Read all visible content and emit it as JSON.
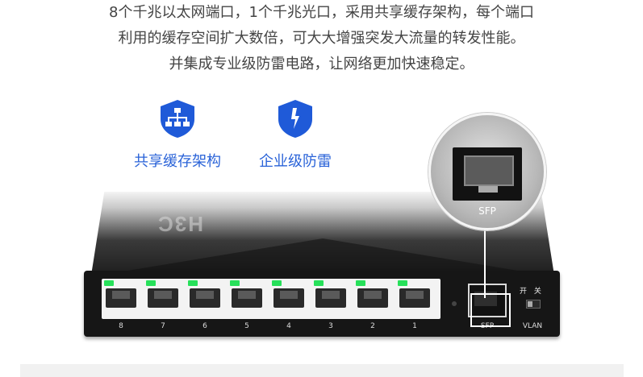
{
  "intro": {
    "line1": "8个千兆以太网端口，1个千兆光口，采用共享缓存架构，每个端口",
    "line2": "利用的缓存空间扩大数倍，可大大增强突发大流量的转发性能。",
    "line3": "并集成专业级防雷电路，让网络更加快速稳定。"
  },
  "features": [
    {
      "label": "共享缓存架构",
      "icon": "network-topology-icon"
    },
    {
      "label": "企业级防雷",
      "icon": "lightning-icon"
    }
  ],
  "device": {
    "logo": "H3C",
    "ports": [
      "8",
      "7",
      "6",
      "5",
      "4",
      "3",
      "2",
      "1"
    ],
    "sfp_label": "SFP",
    "switch_label": "开 关",
    "vlan_label": "VLAN"
  },
  "zoom": {
    "label": "SFP"
  },
  "colors": {
    "accent": "#2a63d8",
    "led": "#27e05a",
    "badge": "#1f5ad8"
  }
}
